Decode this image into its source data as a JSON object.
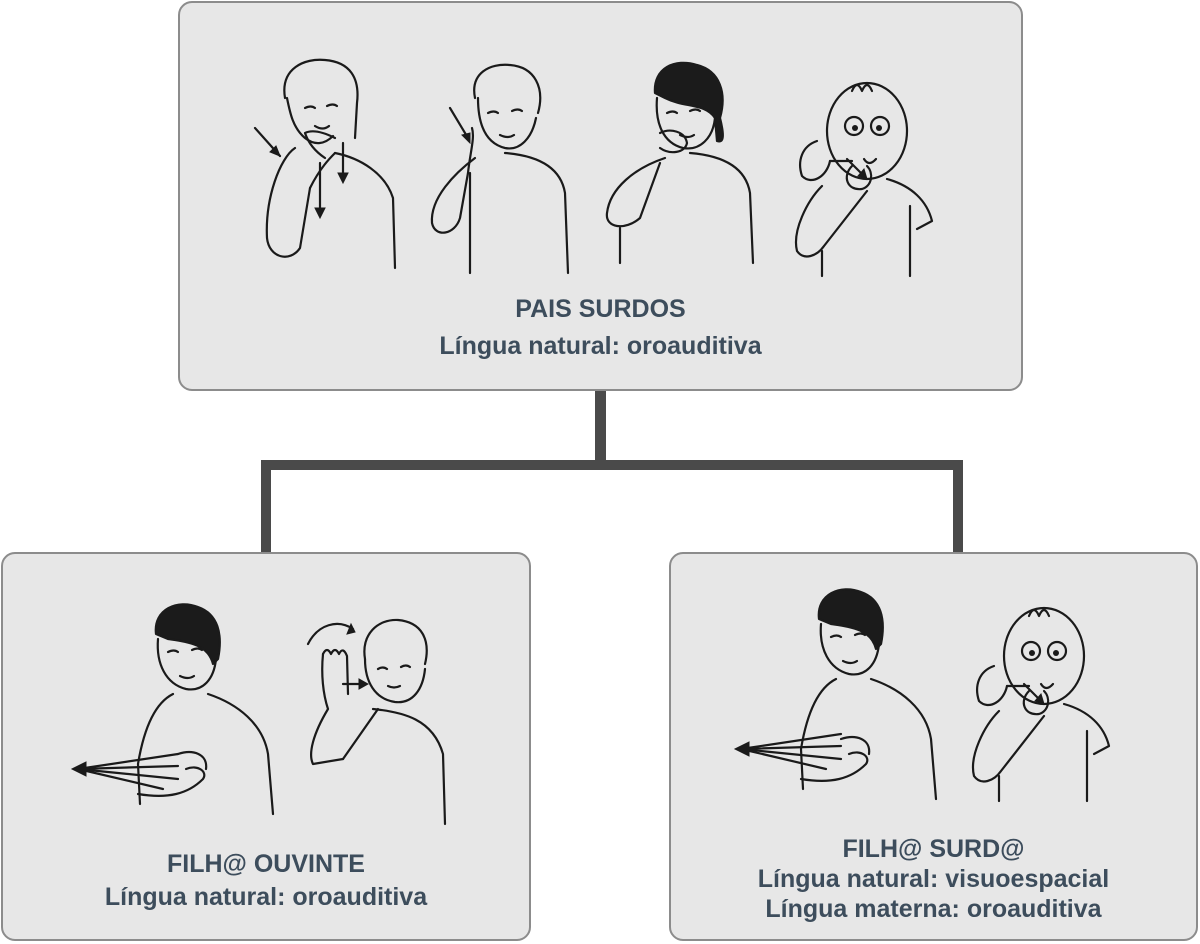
{
  "diagram": {
    "top": {
      "line1": "PAIS SURDOS",
      "line2": "Língua natural: oroauditiva"
    },
    "left": {
      "line1": "FILH@ OUVINTE",
      "line2": "Língua natural: oroauditiva"
    },
    "right": {
      "line1": "FILH@ SURD@",
      "line2": "Língua natural: visuoespacial",
      "line3": "Língua materna: oroauditiva"
    }
  },
  "colors": {
    "box_fill": "#e7e7e7",
    "box_border": "#8c8c8c",
    "text": "#3d4d5c",
    "connector": "#4a4a4a"
  }
}
